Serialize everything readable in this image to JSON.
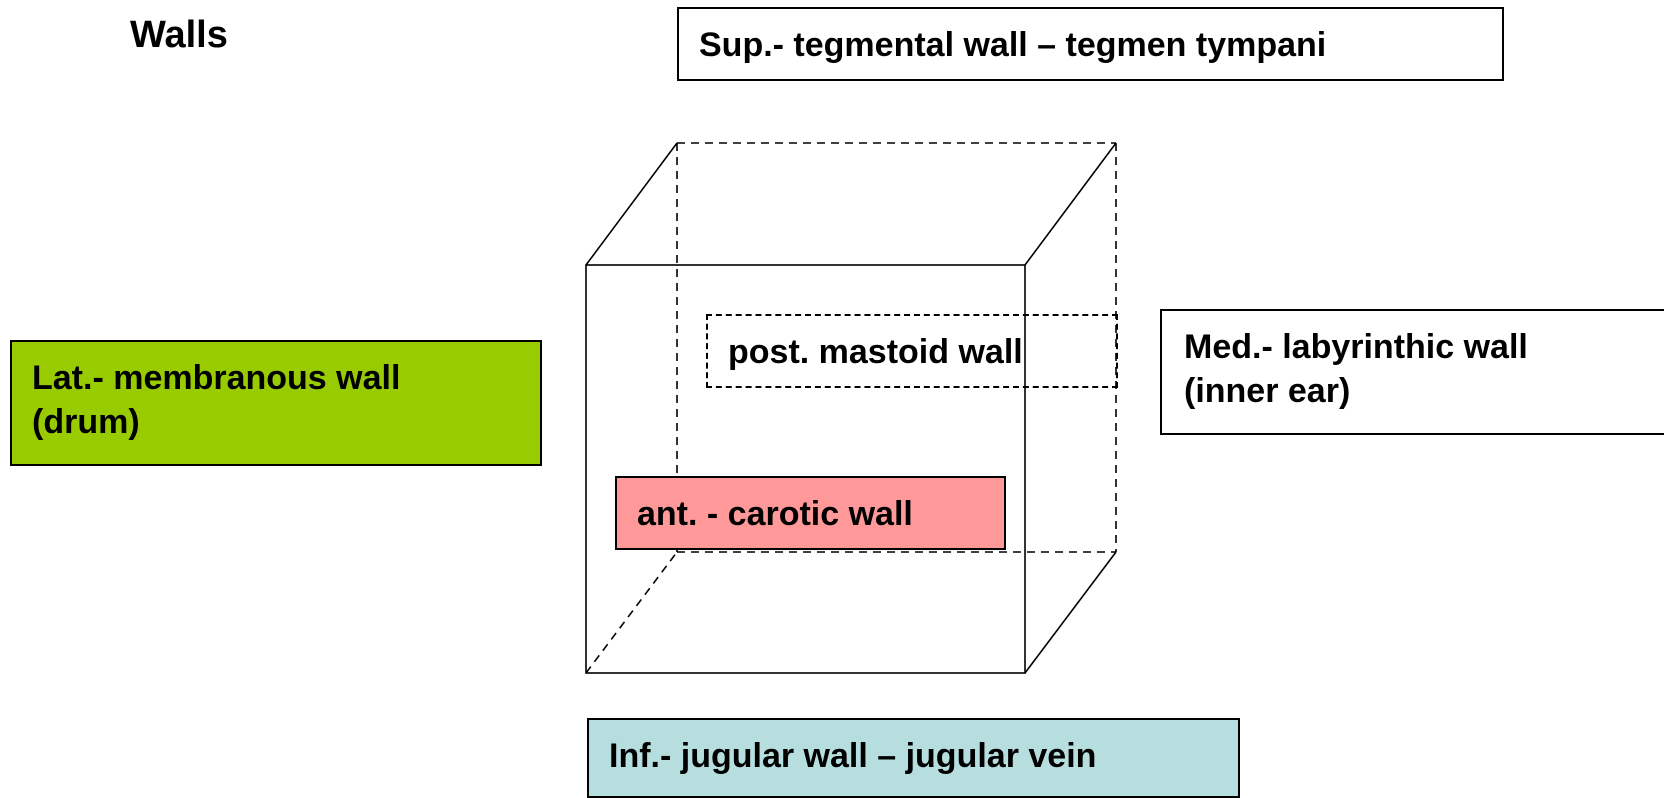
{
  "title": "Walls",
  "walls": {
    "superior": "Sup.- tegmental wall – tegmen tympani",
    "lateral_line1": "Lat.- membranous wall",
    "lateral_line2": "(drum)",
    "posterior": "post. mastoid wall",
    "medial_line1": "Med.- labyrinthic wall",
    "medial_line2": "(inner ear)",
    "anterior": "ant. - carotic wall",
    "inferior": "Inf.- jugular wall – jugular vein"
  },
  "colors": {
    "lateral_fill": "#99cc00",
    "anterior_fill": "#ff9999",
    "inferior_fill": "#b7dedf"
  }
}
